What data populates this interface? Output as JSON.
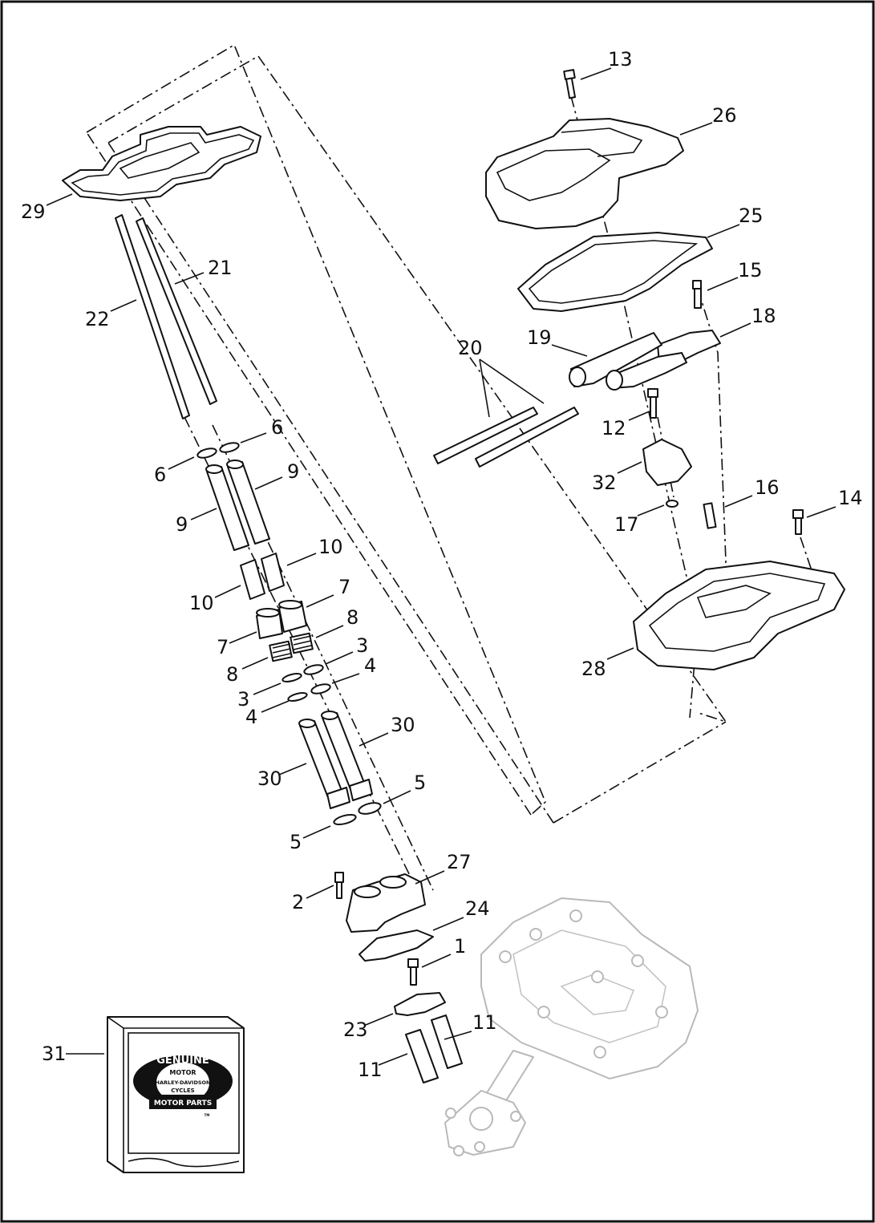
{
  "callouts": [
    {
      "n": "13"
    },
    {
      "n": "26"
    },
    {
      "n": "25"
    },
    {
      "n": "15"
    },
    {
      "n": "18"
    },
    {
      "n": "19"
    },
    {
      "n": "20"
    },
    {
      "n": "12"
    },
    {
      "n": "32"
    },
    {
      "n": "16"
    },
    {
      "n": "14"
    },
    {
      "n": "17"
    },
    {
      "n": "28"
    },
    {
      "n": "29"
    },
    {
      "n": "21"
    },
    {
      "n": "22"
    },
    {
      "n": "6"
    },
    {
      "n": "6"
    },
    {
      "n": "9"
    },
    {
      "n": "9"
    },
    {
      "n": "10"
    },
    {
      "n": "10"
    },
    {
      "n": "7"
    },
    {
      "n": "7"
    },
    {
      "n": "8"
    },
    {
      "n": "8"
    },
    {
      "n": "3"
    },
    {
      "n": "3"
    },
    {
      "n": "4"
    },
    {
      "n": "4"
    },
    {
      "n": "30"
    },
    {
      "n": "30"
    },
    {
      "n": "5"
    },
    {
      "n": "5"
    },
    {
      "n": "27"
    },
    {
      "n": "2"
    },
    {
      "n": "24"
    },
    {
      "n": "1"
    },
    {
      "n": "23"
    },
    {
      "n": "11"
    },
    {
      "n": "11"
    },
    {
      "n": "31"
    }
  ],
  "logo": {
    "top_text": "GENUINE",
    "line1": "MOTOR",
    "line2": "HARLEY-DAVIDSON",
    "line3": "CYCLES",
    "bottom_text": "MOTOR PARTS",
    "tm": "TM"
  }
}
